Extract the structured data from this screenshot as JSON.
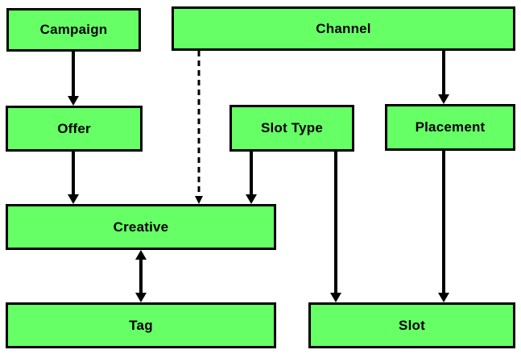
{
  "diagram": {
    "colors": {
      "node_fill": "#66FF66",
      "node_border": "#000000",
      "arrow": "#000000",
      "background": "#FFFFFF"
    },
    "nodes": {
      "campaign": {
        "label": "Campaign"
      },
      "channel": {
        "label": "Channel"
      },
      "offer": {
        "label": "Offer"
      },
      "slot_type": {
        "label": "Slot Type"
      },
      "placement": {
        "label": "Placement"
      },
      "creative": {
        "label": "Creative"
      },
      "tag": {
        "label": "Tag"
      },
      "slot": {
        "label": "Slot"
      }
    },
    "edges": [
      {
        "from": "Campaign",
        "to": "Offer",
        "style": "solid",
        "direction": "one-way"
      },
      {
        "from": "Offer",
        "to": "Creative",
        "style": "solid",
        "direction": "one-way"
      },
      {
        "from": "Channel",
        "to": "Creative",
        "style": "dashed",
        "direction": "one-way"
      },
      {
        "from": "Slot Type",
        "to": "Creative",
        "style": "solid",
        "direction": "one-way"
      },
      {
        "from": "Channel",
        "to": "Placement",
        "style": "solid",
        "direction": "one-way"
      },
      {
        "from": "Slot Type",
        "to": "Slot",
        "style": "solid",
        "direction": "one-way"
      },
      {
        "from": "Placement",
        "to": "Slot",
        "style": "solid",
        "direction": "one-way"
      },
      {
        "from": "Creative",
        "to": "Tag",
        "style": "solid",
        "direction": "two-way"
      }
    ]
  }
}
